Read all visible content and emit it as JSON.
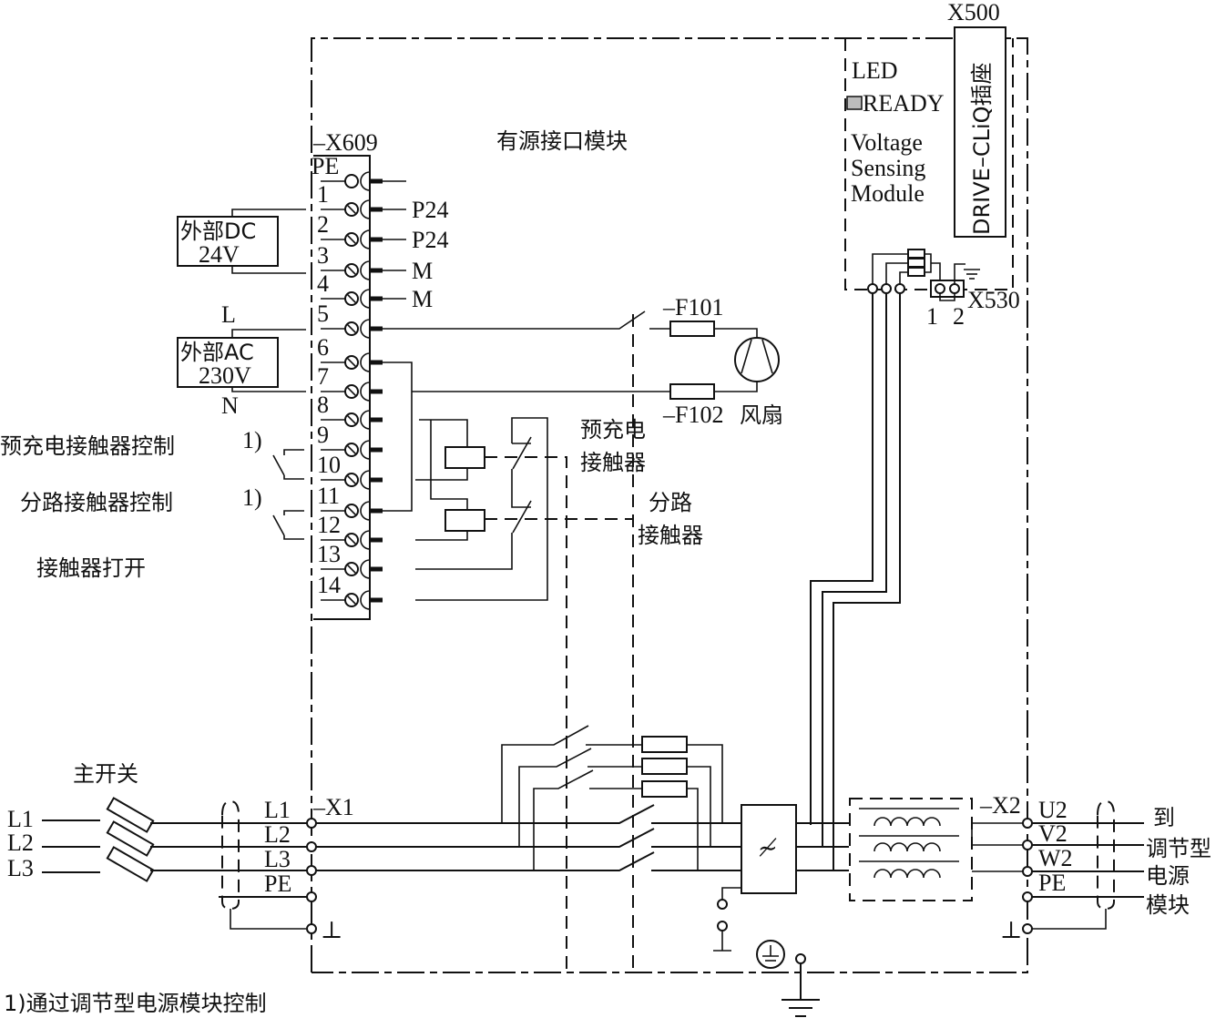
{
  "diagram": {
    "module_title": "有源接口模块",
    "x609": {
      "label": "–X609",
      "terminals": [
        "PE",
        "1",
        "2",
        "3",
        "4",
        "5",
        "6",
        "7",
        "8",
        "9",
        "10",
        "11",
        "12",
        "13",
        "14"
      ],
      "signals": {
        "1": "P24",
        "2": "P24",
        "3": "M",
        "4": "M"
      }
    },
    "external_dc": {
      "line1": "外部DC",
      "line2": "24V"
    },
    "external_ac": {
      "line1": "外部AC",
      "line2": "230V",
      "l": "L",
      "n": "N"
    },
    "left_labels": {
      "precharge_control": "预充电接触器控制",
      "bypass_control": "分路接触器控制",
      "contactor_open": "接触器打开",
      "footnote_ref": "1)"
    },
    "fuses": {
      "f101": "–F101",
      "f102": "–F102",
      "fan": "风扇"
    },
    "contactors": {
      "precharge_l1": "预充电",
      "precharge_l2": "接触器",
      "bypass_l1": "分路",
      "bypass_l2": "接触器"
    },
    "vsm": {
      "x500": "X500",
      "drive_cliq": "DRIVE–CLiQ插座",
      "led": "LED",
      "ready": "READY",
      "name_l1": "Voltage",
      "name_l2": "Sensing",
      "name_l3": "Module",
      "x530": "X530",
      "x530_pin1": "1",
      "x530_pin2": "2",
      "ready_led_color": "#bdbdbd"
    },
    "main_switch": "主开关",
    "mains": [
      "L1",
      "L2",
      "L3"
    ],
    "x1": {
      "label": "–X1",
      "terminals": [
        "L1",
        "L2",
        "L3",
        "PE"
      ],
      "ground": "⊥"
    },
    "x2": {
      "label": "–X2",
      "terminals": [
        "U2",
        "V2",
        "W2",
        "PE"
      ],
      "ground": "⊥"
    },
    "destination": [
      "到",
      "调节型",
      "电源",
      "模块"
    ],
    "footnote": "1)通过调节型电源模块控制"
  }
}
